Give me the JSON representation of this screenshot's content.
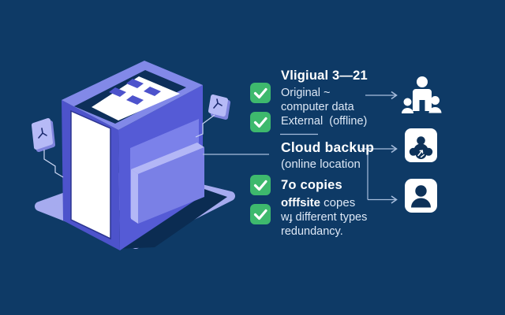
{
  "colors": {
    "bg": "#0e3a66",
    "green": "#3eb96d",
    "textPrimary": "#ffffff",
    "textSecondary": "#dde8f6",
    "line": "#a8bedd",
    "wire": "#ccd7f3",
    "platform": "#a6abef",
    "shadow": "#0b2c52",
    "towerTop": "#8289e8",
    "towerLeft": "#4d53cb",
    "towerRight": "#555bd6",
    "towerPanel": "#7b81ea",
    "insetNavy": "#0d2f5a",
    "screen": "#ffffff",
    "screenEdge": "#2b3490",
    "keyRect": "#4d53cc",
    "slabFront": "#7a80e6",
    "slabEdge": "#b3b7f6",
    "nodeFace": "#b6baf6",
    "nodeSide": "#7f84dd",
    "nodeGlyph": "#1b2a6e",
    "iconWhite": "#ffffff",
    "iconGlyph": "#0d3158"
  },
  "illustration": {
    "description": "isometric server tower with external drive slab on a platform",
    "left_node_icon": "connector-node-icon",
    "right_node_icon": "connector-node-icon"
  },
  "content": {
    "block1": {
      "title": "Vligiual 3—21",
      "line1": "Original ~",
      "line2": "computer data",
      "line3": "External  (offline)"
    },
    "block2": {
      "title": "Cloud backup",
      "line1": "(online location"
    },
    "block3": {
      "title": "7o copies",
      "line1_bold": "offfsite",
      "line1_rest": " copes",
      "line2": "wɟ different types",
      "line3": "redundancy."
    }
  },
  "icons": {
    "check": "check-icon",
    "right1": "people-group-icon",
    "right2": "cloud-user-icon",
    "right3": "user-icon"
  }
}
